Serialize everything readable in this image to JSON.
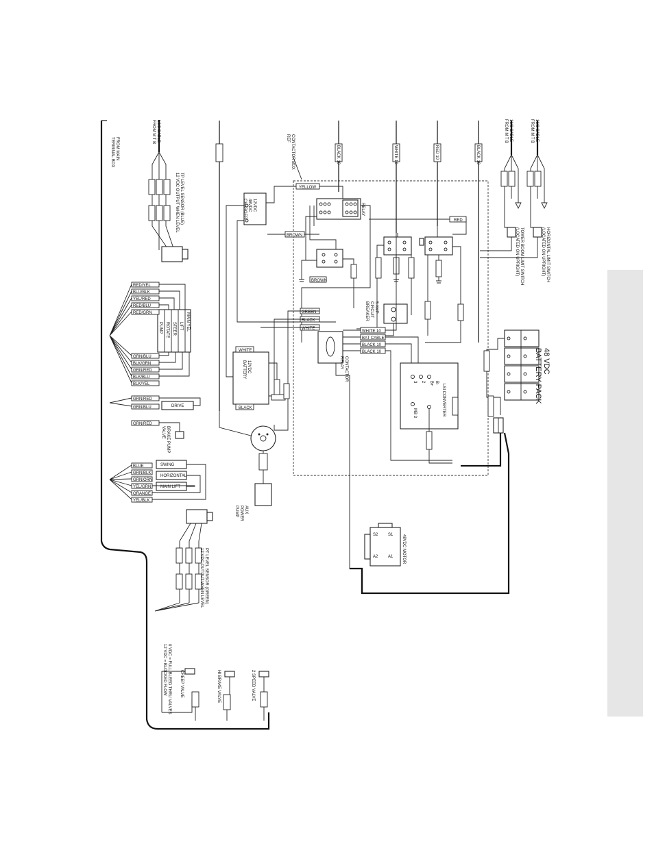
{
  "labels": {
    "battery_pack_line1": "48 VDC",
    "battery_pack_line2": "BATTERY PACK",
    "converter": "LSI CONVERTER",
    "motor": "48VDC MOTOR",
    "motor_terms": [
      "S2",
      "S1",
      "A2",
      "A1"
    ],
    "aux_pump_line1": "AUX",
    "aux_pump_line2": "POWER",
    "aux_pump_line3": "PUMP",
    "battery12_line1": "12VDC",
    "battery12_line2": "BATTERY",
    "charger_line1": "12VDC",
    "charger_line2": "48VDC",
    "charger_line3": "CHARGER",
    "relay": "RELAY",
    "contactor_box_line1": "CONTACTOR BOX",
    "contactor_box_line2": "REF",
    "circuit_breaker_line1": "5 AMP",
    "circuit_breaker_line2": "CIRCUIT",
    "circuit_breaker_line3": "BREAKER",
    "contactor_relay_line1": "CONTACTOR",
    "contactor_relay_line2": "RELAY",
    "cable_top_1_line1": "16/3 CABLE",
    "cable_top_1_line2": "FROM M T B",
    "cable_top_2_line1": "16/3 CABLE",
    "cable_top_2_line2": "FROM M T B",
    "cable_left_line1": "16/3 CABLE",
    "cable_left_line2": "FROM M T B",
    "tower_switch_line1": "TOWER BOOM LIMIT SWITCH",
    "tower_switch_line2": "(LOCATED ON UPRIGHT)",
    "horiz_switch_line1": "HORIZONTAL LIMIT SWITCH",
    "horiz_switch_line2": "(LOCATED ON UPRIGHT)",
    "level_sensor_line1": "TP LEVEL SENSOR (BLUE)",
    "level_sensor_line2": "12 VDC OUTPUT WHEN LEVEL",
    "wiring_to_line1": "FROM MAIN",
    "wiring_to_line2": "TERMINAL BOX",
    "drive": "DRIVE",
    "brake_pump_line1": "BRAKE PUMP",
    "brake_pump_line2": "VALVE",
    "speed_valve": "2 SPEED VALVE",
    "ht_brake_valve": "HI BRAKE VALVE",
    "creep_valve": "CREEP VALVE",
    "note_bottom_line1": "0 VDC = FULL BLEED THRU VALVES",
    "note_bottom_line2": "12 VDC = BLOCKED FLOW",
    "pressure_sensor_line1": "PT LEVEL SENSOR (GREEN)",
    "pressure_sensor_line2": "12 VDC OUTPUT WHEN LEVEL",
    "valve_bank_upper": [
      "MAIN YEL",
      "LIFT",
      "STEER",
      "ROTATE",
      "PUMP"
    ],
    "valve_bank_lower": [
      "SWING",
      "HORIZONTAL",
      "MAIN LIFT"
    ],
    "colors_upper_left": [
      "RED/YEL",
      "BLU/BLK",
      "YEL/RED",
      "RED/BLU",
      "RED/GRN"
    ],
    "colors_upper_right": [
      "GRN/BLU",
      "BLK/GRN",
      "GRN/RED",
      "BLK/BLU",
      "BLK/YEL"
    ],
    "colors_lower": [
      "BLUE",
      "GRN/BLK",
      "GRN/ORN",
      "YEL/GRN",
      "ORANGE",
      "YEL/BLK"
    ],
    "drive_wires": [
      "GRN/RED",
      "GRN/BLU"
    ],
    "brake_wire": "GRN/RED",
    "top_wire_tags": [
      "BLACK 10",
      "WHITE 10",
      "RED 10",
      "BLACK 10"
    ],
    "wire_yellow": "YELLOW",
    "wire_brown": "BROWN",
    "wire_green": "GREEN",
    "wire_black": "BLACK",
    "wire_white": "WHITE",
    "wire_white10": "WHITE 10",
    "wire_batcable": "BAT CABLE",
    "wire_black10": "BLACK 10",
    "wire_red": "RED",
    "wire_red10": "RED 10",
    "wire_orange": "ORANGE",
    "converter_terms": [
      "B+",
      "B-",
      "2",
      "3",
      "MB 3"
    ]
  },
  "colors": {
    "ink": "#222222",
    "tab": "#e6e6e6"
  }
}
